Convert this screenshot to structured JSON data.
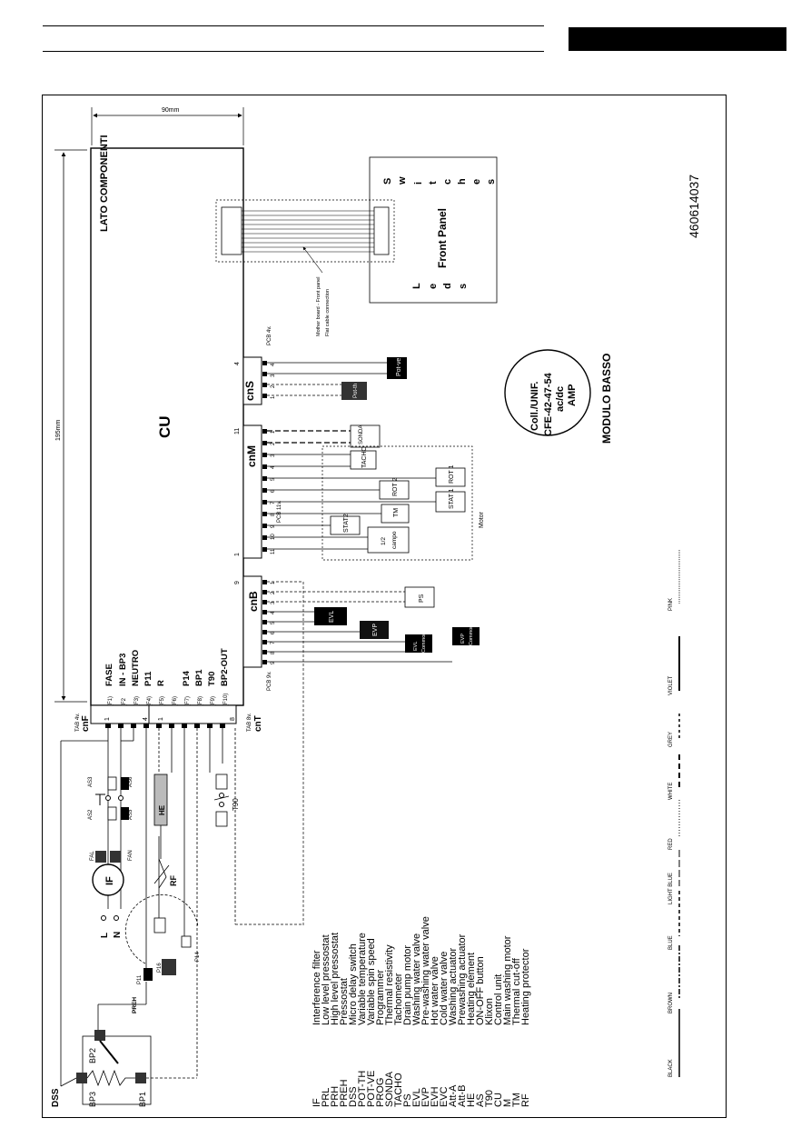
{
  "header": {
    "bar_color": "#000000"
  },
  "dimensions": {
    "width": "90mm",
    "height": "195mm"
  },
  "board": {
    "title": "LATO COMPONENTI",
    "name": "CU",
    "part_number": "460614037"
  },
  "front_panel": {
    "label": "Front Panel",
    "leds": [
      "L",
      "e",
      "d",
      "s"
    ],
    "switches": [
      "S",
      "w",
      "i",
      "t",
      "c",
      "h",
      "e",
      "s"
    ],
    "flat_cable_1": "Mother board - Front panel",
    "flat_cable_2": "Flat cable connection"
  },
  "stamp": {
    "line1": "Coll./UNIF.",
    "line2": "CFE-42-47-54",
    "line3": "ac/dc",
    "line4": "AMP",
    "caption": "MODULO BASSO"
  },
  "connectors": {
    "cnS": {
      "name": "cnS",
      "pcb": "PCB 4v.",
      "pins": [
        "4",
        "3",
        "2",
        "1"
      ],
      "first": "4"
    },
    "cnM": {
      "name": "cnM",
      "pcb": "PCB 11v.",
      "pins": [
        "11",
        "10",
        "9",
        "8",
        "7",
        "6",
        "5",
        "4",
        "3",
        "2",
        "1"
      ],
      "first": "11",
      "last": "1"
    },
    "cnB": {
      "name": "cnB",
      "pcb": "PCB 9v.",
      "pins": [
        "9",
        "8",
        "7",
        "6",
        "5",
        "4",
        "3",
        "2",
        "1"
      ],
      "first": "9"
    },
    "cnF": {
      "name": "cnF",
      "tab": "TAB 4v.",
      "pin_a": "1",
      "pin_b": "4"
    },
    "cnT": {
      "name": "cnT",
      "tab": "TAB 8v.",
      "pin_a": "1",
      "pin_b": "8"
    }
  },
  "terminals": [
    {
      "pin": "(F1)",
      "name": "FASE"
    },
    {
      "pin": "(F2",
      "name": "IN - BP3"
    },
    {
      "pin": "(F3)",
      "name": "NEUTRO"
    },
    {
      "pin": "(F4)",
      "name": "P11"
    },
    {
      "pin": "(F5)",
      "name": "R"
    },
    {
      "pin": "(F6)",
      "name": ""
    },
    {
      "pin": "(F7)",
      "name": "P14"
    },
    {
      "pin": "(F8)",
      "name": "BP1"
    },
    {
      "pin": "(F9)",
      "name": "T90"
    },
    {
      "pin": "(F10)",
      "name": "BP2-OUT"
    }
  ],
  "components": {
    "pot_ve": "Pot-ve",
    "pot_th": "Pot-th",
    "sonda": "SONDA",
    "tacho": "TACHO",
    "rot1": "ROT 1",
    "rot2": "ROT 2",
    "stat1": "STAT 1",
    "stat2": "STAT2",
    "tm": "TM",
    "campo": "1/2\ncampo",
    "motor": "Motor",
    "ps": "PS",
    "evl": "EVL",
    "evp": "EVP",
    "evl_common": "EVL\nCommon",
    "evp_common": "EVP\nCommon",
    "if": "IF",
    "he": "HE",
    "rf": "RF",
    "t90": "T90",
    "as2": "AS2",
    "as3": "AS3",
    "as5": "AS5",
    "as6": "AS6",
    "fal": "FAL",
    "fan": "FAN",
    "l": "L",
    "n": "N",
    "preh": "PREH",
    "p11": "P11",
    "p16": "P16",
    "p14": "P14",
    "dss": "DSS",
    "bp1": "BP1",
    "bp2": "BP2",
    "bp3": "BP3"
  },
  "legend": [
    {
      "code": "IF",
      "text": "Interference filter"
    },
    {
      "code": "PRL",
      "text": "Low level pressostat"
    },
    {
      "code": "PRH",
      "text": "High level pressostat"
    },
    {
      "code": "PREH",
      "text": "Pressostat"
    },
    {
      "code": "DSS",
      "text": "Micro delay switch"
    },
    {
      "code": "POT-TH",
      "text": "Variable temperature"
    },
    {
      "code": "POT-VE",
      "text": "Variable spin speed"
    },
    {
      "code": "PROG",
      "text": "Programmer"
    },
    {
      "code": "SONDA",
      "text": "Thermal resistivity"
    },
    {
      "code": "TACHO",
      "text": "Tachometer"
    },
    {
      "code": "PS",
      "text": "Drain pump motor"
    },
    {
      "code": "EVL",
      "text": "Washing water valve"
    },
    {
      "code": "EVP",
      "text": "Pre-washing water valve"
    },
    {
      "code": "EVH",
      "text": "Hot water valve"
    },
    {
      "code": "EVC",
      "text": "Cold water valve"
    },
    {
      "code": "Att-A",
      "text": "Washing actuator"
    },
    {
      "code": "Att-B",
      "text": "Prewashing actuator"
    },
    {
      "code": "HE",
      "text": "Heating element"
    },
    {
      "code": "AS",
      "text": "ON-OFF button"
    },
    {
      "code": "T90",
      "text": "Klixon"
    },
    {
      "code": "CU",
      "text": "Control unit"
    },
    {
      "code": "M",
      "text": "Main washing motor"
    },
    {
      "code": "TM",
      "text": "Thermal cut-off"
    },
    {
      "code": "RF",
      "text": "Heating protector"
    }
  ],
  "wire_colors": [
    {
      "name": "BLACK",
      "style": "solid"
    },
    {
      "name": "BROWN",
      "style": "dashdot"
    },
    {
      "name": "BLUE",
      "style": "dash"
    },
    {
      "name": "LIGHT BLUE",
      "style": "longdash"
    },
    {
      "name": "RED",
      "style": "dot"
    },
    {
      "name": "WHITE",
      "style": "wide"
    },
    {
      "name": "GREY",
      "style": "short"
    },
    {
      "name": "VIOLET",
      "style": "thick"
    },
    {
      "name": "PINK",
      "style": "fine"
    }
  ]
}
